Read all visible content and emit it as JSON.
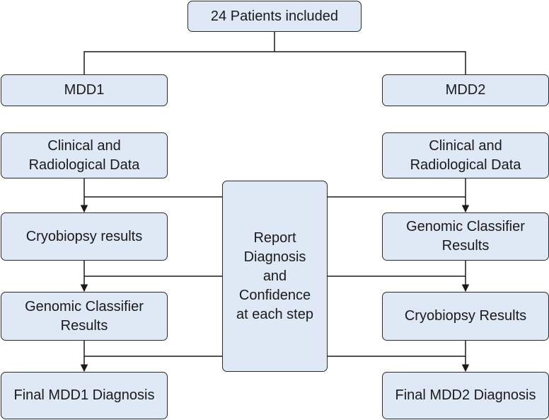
{
  "top": {
    "label": "24 Patients included"
  },
  "left": {
    "header": "MDD1",
    "steps": [
      "Clinical and\nRadiological Data",
      "Cryobiopsy results",
      "Genomic Classifier\nResults"
    ],
    "final": "Final MDD1 Diagnosis"
  },
  "right": {
    "header": "MDD2",
    "steps": [
      "Clinical and\nRadiological Data",
      "Genomic Classifier\nResults",
      "Cryobiopsy Results"
    ],
    "final": "Final MDD2 Diagnosis"
  },
  "center": {
    "label": "Report\nDiagnosis\nand\nConfidence\nat each step"
  },
  "colors": {
    "box_fill": "#dfe8f5",
    "line": "#1a1a1a"
  }
}
